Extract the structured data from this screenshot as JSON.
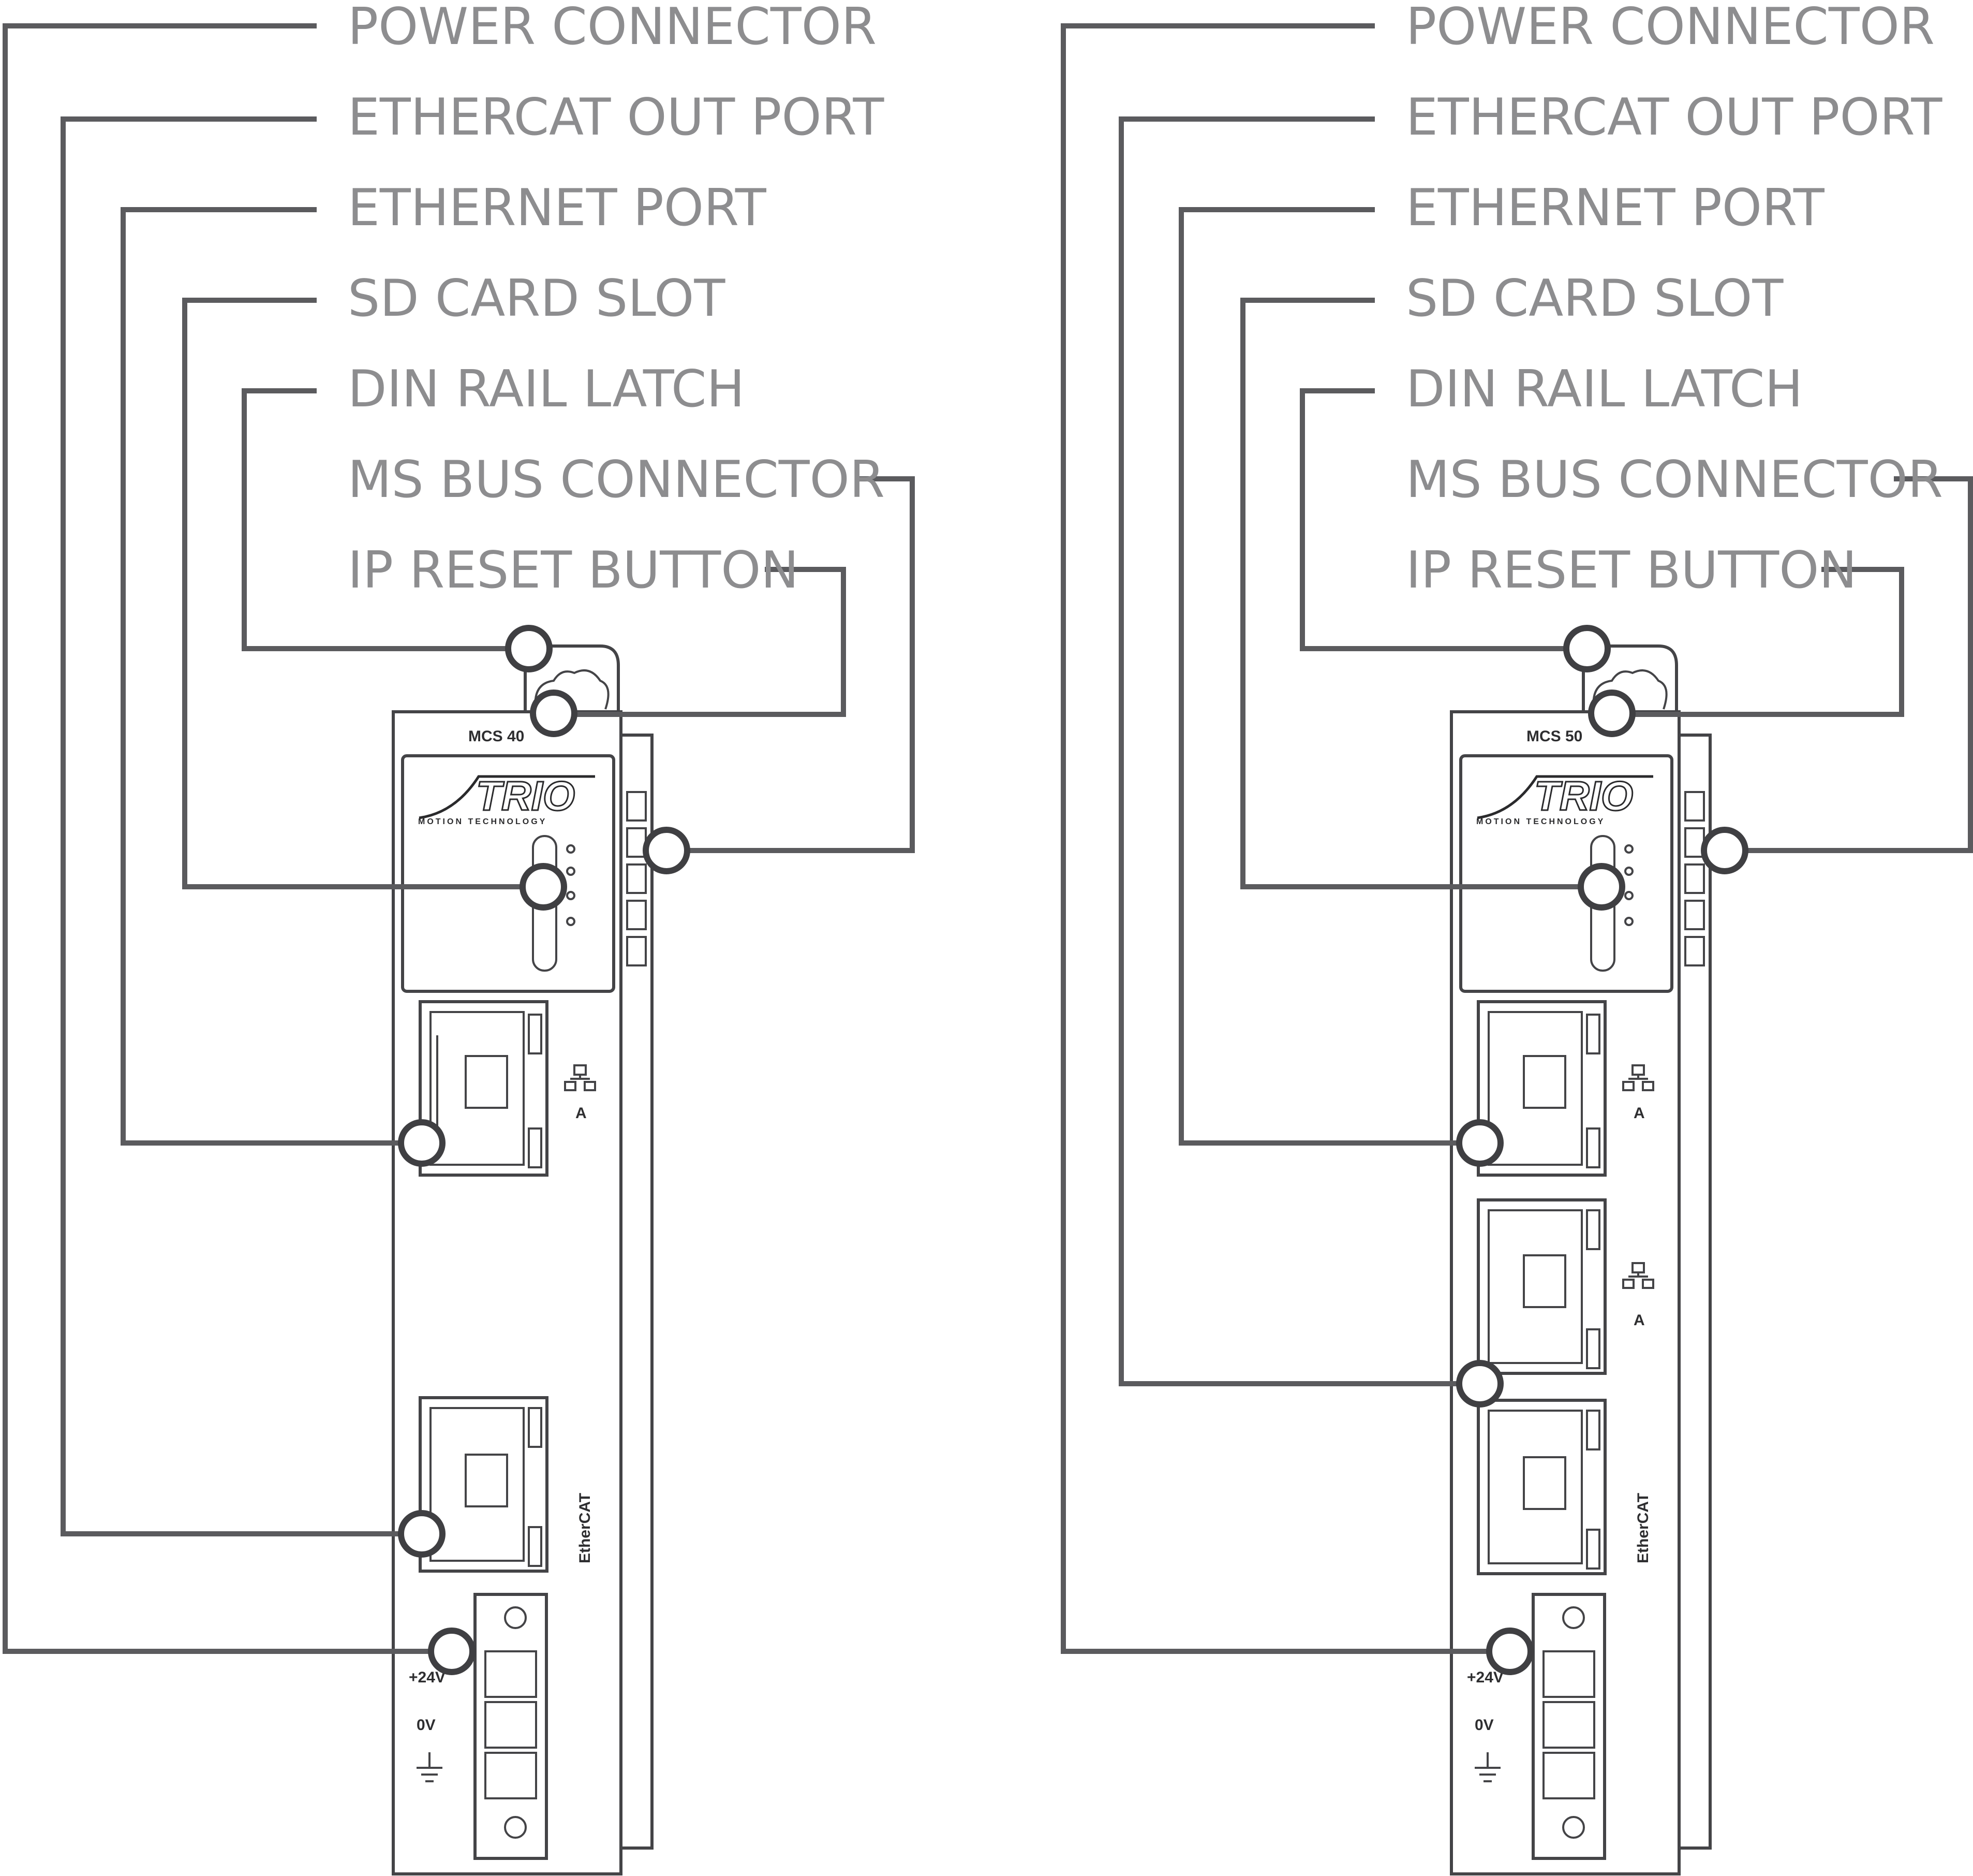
{
  "labels": [
    "POWER CONNECTOR",
    "ETHERCAT OUT PORT",
    "ETHERNET PORT",
    "SD CARD SLOT",
    "DIN RAIL LATCH",
    "MS BUS CONNECTOR",
    "IP RESET BUTTON"
  ],
  "devices": [
    {
      "model": "MCS 40",
      "brand": "TRIO",
      "brand_sub": "MOTION TECHNOLOGY",
      "port_letter": "A",
      "fieldbus": "EtherCAT",
      "terminals": [
        "+24V",
        "0V"
      ]
    },
    {
      "model": "MCS 50",
      "brand": "TRIO",
      "brand_sub": "MOTION TECHNOLOGY",
      "port_letter": "A",
      "port_letter_2": "A",
      "fieldbus": "EtherCAT",
      "terminals": [
        "+24V",
        "0V"
      ]
    }
  ]
}
